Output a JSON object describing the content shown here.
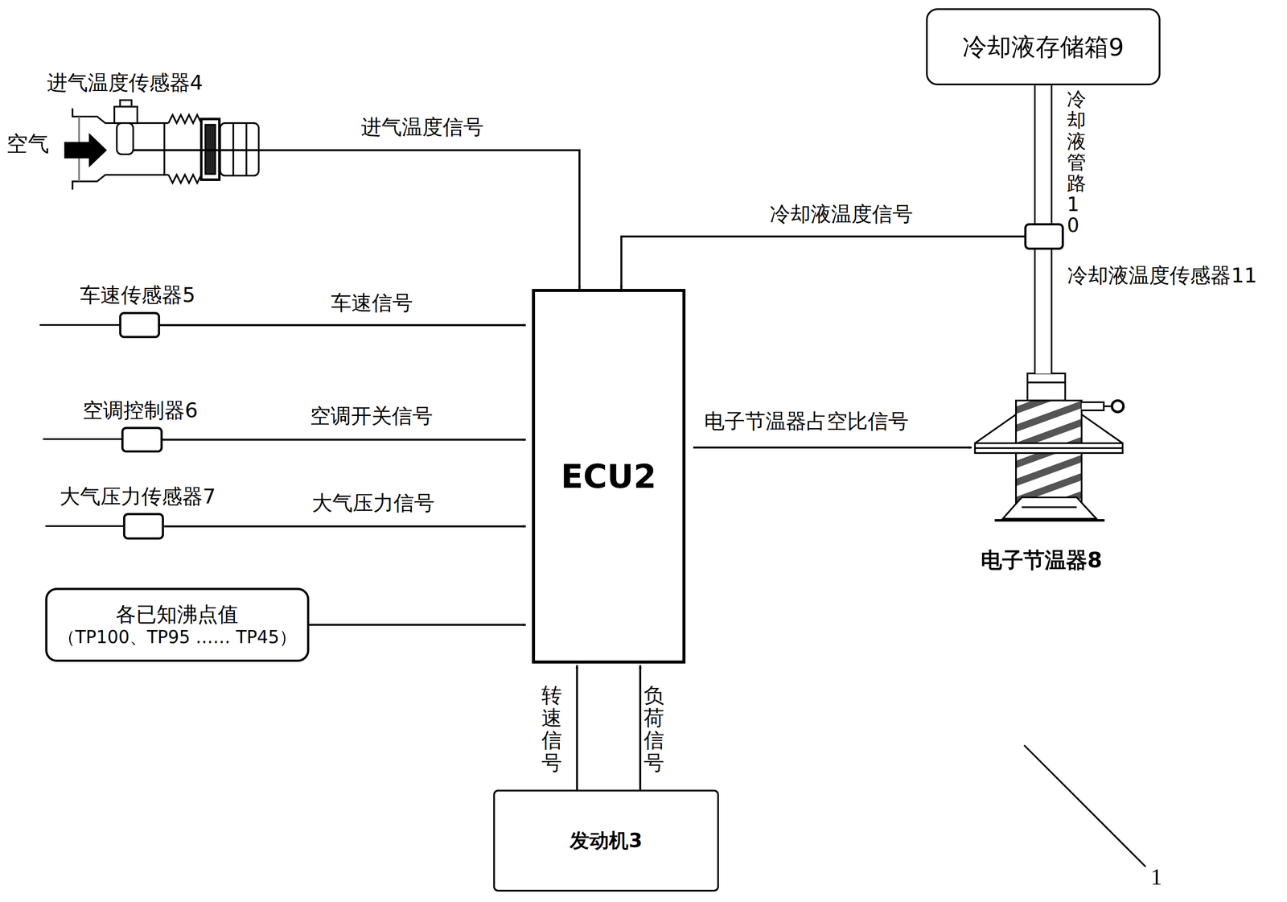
{
  "diagram": {
    "nodes": [
      {
        "text": [
          "ECU2"
        ]
      },
      {
        "text": [
          "冷却液存储箱9"
        ]
      },
      {
        "text": [
          "发动机3"
        ]
      },
      {
        "text": [
          "各已知沸点值",
          "（TP100、TP95 …… TP45）"
        ]
      },
      {
        "text": [
          "车速传感器5"
        ]
      },
      {
        "text": [
          "空调控制器6"
        ]
      },
      {
        "text": [
          "大气压力传感器7"
        ]
      },
      {
        "text": [
          "冷却液温度传感器11"
        ]
      },
      {
        "text": [
          "进气温度传感器4"
        ]
      },
      {
        "text": [
          "电子节温器8"
        ]
      }
    ],
    "edges": [
      {
        "from": 8,
        "to": 0,
        "label": "进气温度信号",
        "arrow": "to"
      },
      {
        "from": 7,
        "to": 0,
        "label": "冷却液温度信号",
        "arrow": "to"
      },
      {
        "from": 4,
        "to": 0,
        "label": "车速信号",
        "arrow": "to"
      },
      {
        "from": 5,
        "to": 0,
        "label": "空调开关信号",
        "arrow": "to"
      },
      {
        "from": 6,
        "to": 0,
        "label": "大气压力信号",
        "arrow": "to"
      },
      {
        "from": 3,
        "to": 0,
        "arrow": "to"
      },
      {
        "from": 2,
        "to": 0,
        "label": "转速信号",
        "arrow": "to"
      },
      {
        "from": 2,
        "to": 0,
        "label": "负荷信号",
        "arrow": "to"
      },
      {
        "from": 0,
        "to": 9,
        "label": "电子节温器占空比信号",
        "arrow": "to"
      },
      {
        "from": 1,
        "to": 7,
        "label": "冷却液管路10",
        "arrow": "none"
      },
      {
        "from": 7,
        "to": 9,
        "arrow": "none"
      }
    ],
    "labels": [
      "空气",
      "1"
    ]
  }
}
